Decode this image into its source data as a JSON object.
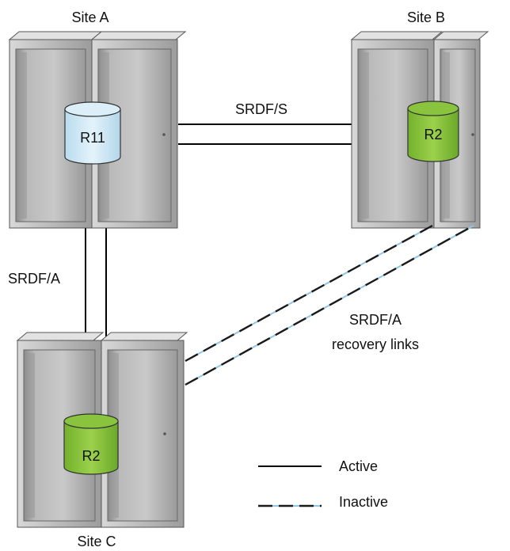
{
  "sites": [
    {
      "name": "Site A",
      "volume": "R11",
      "volume_color": "#cde8f4"
    },
    {
      "name": "Site B",
      "volume": "R2",
      "volume_color": "#8cc43f"
    },
    {
      "name": "Site C",
      "volume": "R2",
      "volume_color": "#8cc43f"
    }
  ],
  "links": {
    "ab": "SRDF/S",
    "ac": "SRDF/A",
    "recovery_line1": "SRDF/A",
    "recovery_line2": "recovery links"
  },
  "legend": {
    "active": "Active",
    "inactive": "Inactive"
  },
  "colors": {
    "cabinet_light": "#d4d4d4",
    "cabinet_mid": "#a6a6a6",
    "cabinet_dark": "#6e6e6e",
    "inactive_dash": "#1a1a1a",
    "inactive_light": "#8ec6e8"
  }
}
